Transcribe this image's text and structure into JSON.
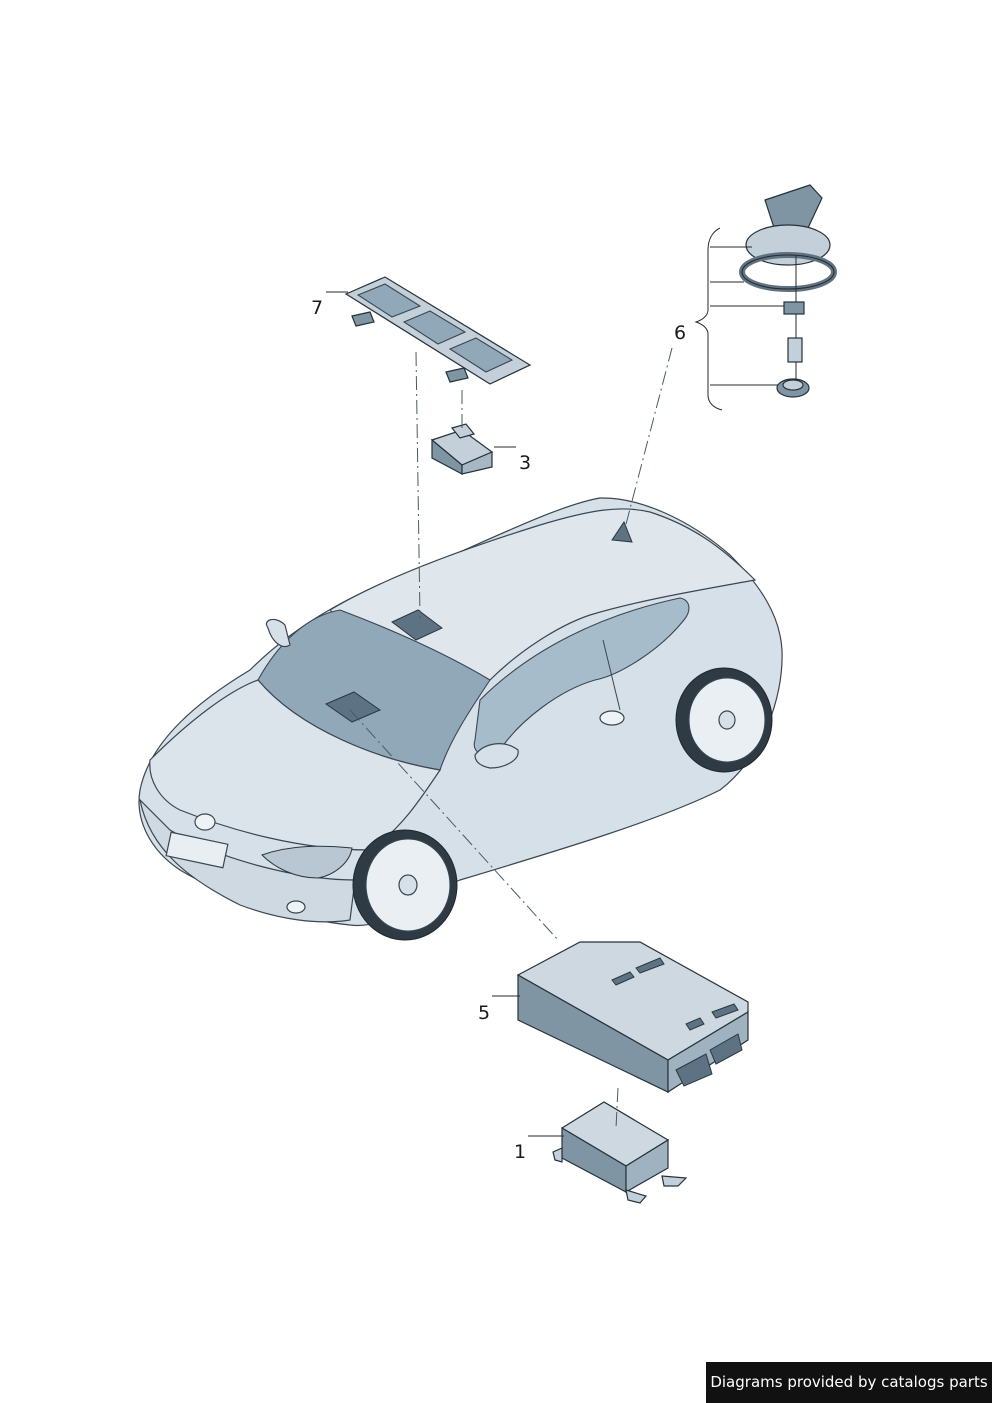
{
  "callouts": [
    {
      "id": "1",
      "label": "1"
    },
    {
      "id": "3",
      "label": "3"
    },
    {
      "id": "5",
      "label": "5"
    },
    {
      "id": "6",
      "label": "6"
    },
    {
      "id": "7",
      "label": "7"
    }
  ],
  "credit": "Diagrams provided by catalogs parts",
  "colors": {
    "line": "#2a2a2a",
    "body": "#d6e0e8",
    "glass": "#90a8b8",
    "part": "#c3d0da",
    "banner": "#111111"
  }
}
